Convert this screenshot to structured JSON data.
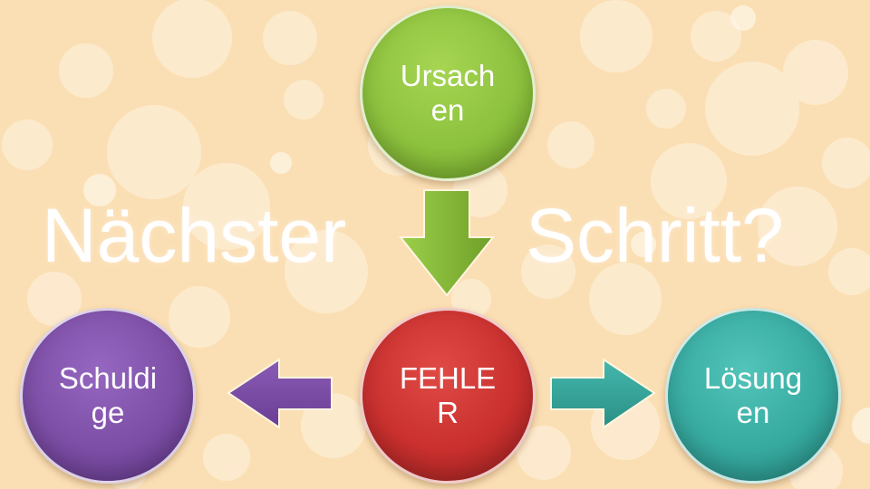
{
  "title": {
    "word1": "Nächster",
    "word2": "Schritt?"
  },
  "nodes": {
    "causes": {
      "label": "Ursachen",
      "color": "#8dc23e"
    },
    "error": {
      "label": "FEHLER",
      "color": "#c9302e"
    },
    "culprits": {
      "label": "Schuldige",
      "color": "#7d4ea6"
    },
    "solutions": {
      "label": "Lösungen",
      "color": "#37aaa0"
    }
  },
  "arrows": {
    "down": {
      "color": "#8dc23e"
    },
    "left": {
      "color": "#7d4ea6"
    },
    "right": {
      "color": "#37aaa0"
    }
  },
  "background_color": "#fbdfb4"
}
